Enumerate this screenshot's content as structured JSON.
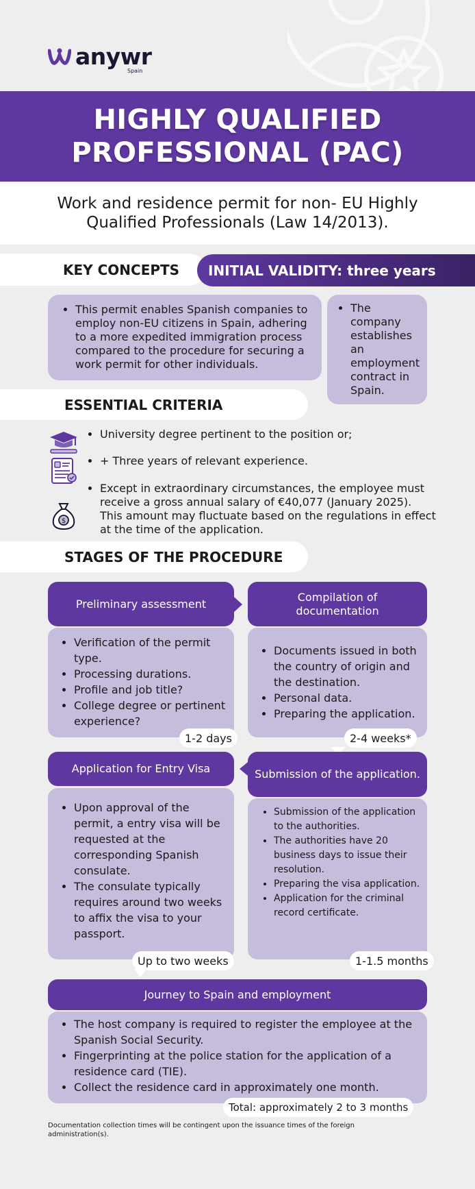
{
  "brand": {
    "name": "anywr",
    "sub": "Spain",
    "color": "#5e38a0"
  },
  "title_line1": "HIGHLY QUALIFIED",
  "title_line2": "PROFESSIONAL (PAC)",
  "subtitle_line1": "Work and residence permit for non- EU Highly",
  "subtitle_line2": "Qualified Professionals (Law 14/2013).",
  "key_concepts": {
    "heading": "KEY CONCEPTS",
    "validity": "INITIAL VALIDITY: three years",
    "main_text": "This permit enables Spanish companies to employ non-EU citizens in Spain, adhering to a more expedited immigration process compared to the procedure for securing a work permit for other individuals.",
    "side_text": "The company establishes an employment contract in Spain."
  },
  "criteria": {
    "heading": "ESSENTIAL CRITERIA",
    "items": [
      {
        "icon": "graduation-cap-icon",
        "text": "University degree pertinent to the position or;"
      },
      {
        "icon": "resume-icon",
        "text": "+ Three years of relevant experience."
      },
      {
        "icon": "money-bag-icon",
        "text": "Except in extraordinary circumstances, the employee must receive a gross annual salary of €40,077 (January 2025). This amount may fluctuate based on the regulations in effect at the time of the application."
      }
    ]
  },
  "stages": {
    "heading": "STAGES OF THE PROCEDURE",
    "s1": {
      "title": "Preliminary assessment",
      "items": [
        "Verification of the permit type.",
        "Processing durations.",
        "Profile and job title?",
        "College degree or pertinent experience?"
      ],
      "duration": "1-2 days"
    },
    "s2": {
      "title": "Compilation of documentation",
      "items": [
        "Documents issued in both the country of origin and the destination.",
        "Personal data.",
        "Preparing the application."
      ],
      "duration": "2-4 weeks*"
    },
    "s3": {
      "title": "Submission of the application.",
      "items": [
        "Submission of the application to the authorities.",
        "The authorities have 20 business days to issue their resolution.",
        "Preparing the visa application.",
        "Application for the criminal record certificate."
      ],
      "duration": "1-1.5 months"
    },
    "s4": {
      "title": "Application for Entry Visa",
      "items": [
        "Upon approval of the permit, a entry visa will be requested at the corresponding Spanish consulate.",
        "The consulate typically requires around two weeks to affix the visa to your passport."
      ],
      "duration": "Up to two weeks"
    },
    "s5": {
      "title": "Journey to Spain and employment",
      "items": [
        "The host company is required to register the employee at the Spanish Social Security.",
        "Fingerprinting at the police station for the application of a residence card (TIE).",
        "Collect the residence card in approximately one month."
      ],
      "duration": "Total: approximately 2 to 3 months"
    }
  },
  "footnote": "Documentation collection times will be contingent upon the issuance times of the foreign administration(s)."
}
